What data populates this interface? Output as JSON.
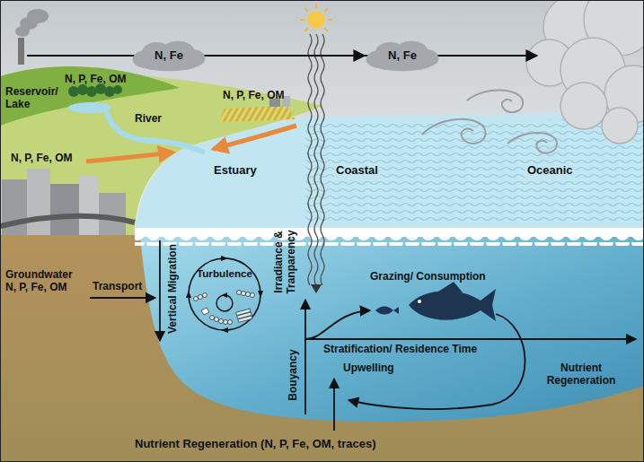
{
  "diagram": {
    "nodes": [
      {
        "text": [
          "N, Fe"
        ]
      },
      {
        "text": [
          "N, Fe"
        ]
      },
      {
        "text": [
          "Turbulence"
        ]
      }
    ],
    "edges": [
      {
        "from": 0,
        "to": 1,
        "arrow": "to"
      }
    ],
    "labels": [
      "Reservoir/ Lake",
      "N, P, Fe, OM",
      "River",
      "N, P, Fe, OM",
      "N, P, Fe, OM",
      "Estuary",
      "Coastal",
      "Oceanic",
      "Irradiance & Tranparency",
      "Grazing/ Consumption",
      "Groundwater N, P, Fe, OM",
      "Transport",
      "Vertical Migration",
      "Stratification/ Residence Time",
      "Bouyancy",
      "Upwelling",
      "Nutrient Regeneration",
      "Nutrient Regeneration (N, P, Fe, OM, traces)"
    ]
  }
}
